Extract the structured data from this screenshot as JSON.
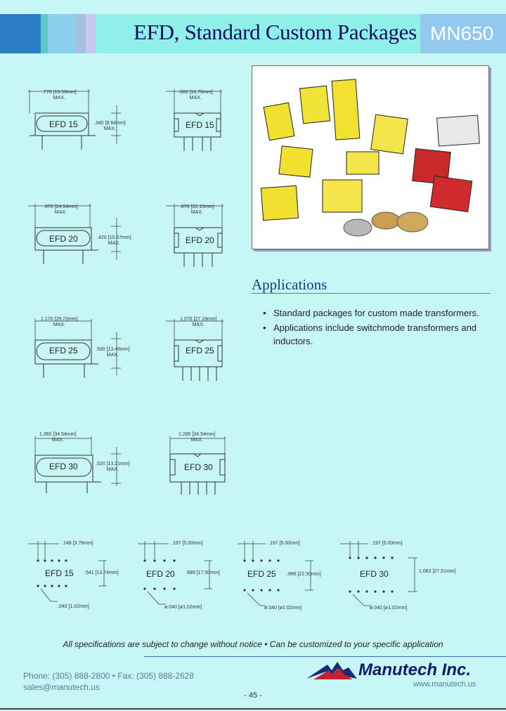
{
  "header": {
    "title": "EFD, Standard Custom Packages",
    "badge": "MN650",
    "stripe_colors": [
      "#2a7fc4",
      "#5ac8c8",
      "#8ad0ea",
      "#a8c0e0",
      "#c8c8ee",
      "#5ab4d8"
    ]
  },
  "drawings": [
    {
      "label": "EFD 15",
      "width_dim": ".770 [19.56mm]",
      "max": "MAX.",
      "height_dim": ".340 [8.64mm]",
      "side_width_dim": ".660 [16.76mm]",
      "side_label": "EFD 15"
    },
    {
      "label": "EFD 20",
      "width_dim": ".970 [24.64mm]",
      "max": "MAX.",
      "height_dim": ".420 [10.67mm]",
      "side_width_dim": ".870 [22.10mm]",
      "side_label": "EFD 20"
    },
    {
      "label": "EFD 25",
      "width_dim": "1.170 [29.72mm]",
      "max": "MAX.",
      "height_dim": ".530 [13.46mm]",
      "side_width_dim": "1.070 [27.18mm]",
      "side_label": "EFD 25"
    },
    {
      "label": "EFD 30",
      "width_dim": "1.360 [34.54mm]",
      "max": "MAX.",
      "height_dim": ".520 [13.21mm]",
      "side_width_dim": "1.285 [34.54mm]",
      "side_label": "EFD 30"
    }
  ],
  "footprints": [
    {
      "label": "EFD 15",
      "pitch": ".148 [3.76mm]",
      "span": ".541 [13.74mm]",
      "hole": ".040 [1.02mm]"
    },
    {
      "label": "EFD 20",
      "pitch": ".197 [5.00mm]",
      "span": ".689 [17.50mm]",
      "hole": "ø.040 [ø1.02mm]"
    },
    {
      "label": "EFD 25",
      "pitch": ".197 [5.00mm]",
      "span": ".886 [22.50mm]",
      "hole": "ø.040 [ø1.02mm]"
    },
    {
      "label": "EFD 30",
      "pitch": ".197 [5.00mm]",
      "span": "1.083 [27.51mm]",
      "hole": "ø.040 [ø1.02mm]"
    }
  ],
  "applications": {
    "heading": "Applications",
    "items": [
      "Standard packages for custom made transformers.",
      "Applications include switchmode transformers and inductors."
    ]
  },
  "footer": {
    "note": "All specifications are subject to change without notice • Can be customized to your specific application",
    "phone_line": "Phone: (305) 888-2800  • Fax: (305) 888-2628",
    "email": "sales@manutech.us",
    "company": "Manutech Inc.",
    "website": "www.manutech.us",
    "page": "- 45 -"
  }
}
